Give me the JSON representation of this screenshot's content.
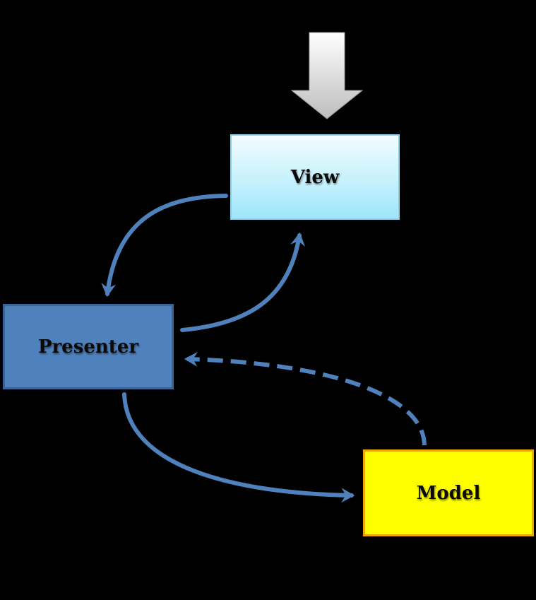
{
  "nodes": {
    "view": {
      "label": "View",
      "fill_top": "#f2fcff",
      "fill_bottom": "#9fe6fb"
    },
    "presenter": {
      "label": "Presenter",
      "fill": "#4f81bd",
      "border": "#3a6496"
    },
    "model": {
      "label": "Model",
      "fill": "#ffff00",
      "border": "#f0a800"
    }
  },
  "edges": [
    {
      "from": "view",
      "to": "presenter",
      "style": "solid"
    },
    {
      "from": "presenter",
      "to": "view",
      "style": "solid"
    },
    {
      "from": "presenter",
      "to": "model",
      "style": "solid"
    },
    {
      "from": "model",
      "to": "presenter",
      "style": "dashed"
    }
  ],
  "colors": {
    "background": "#000000",
    "connector": "#4f81bd",
    "input_arrow": "#d9d9d9"
  }
}
